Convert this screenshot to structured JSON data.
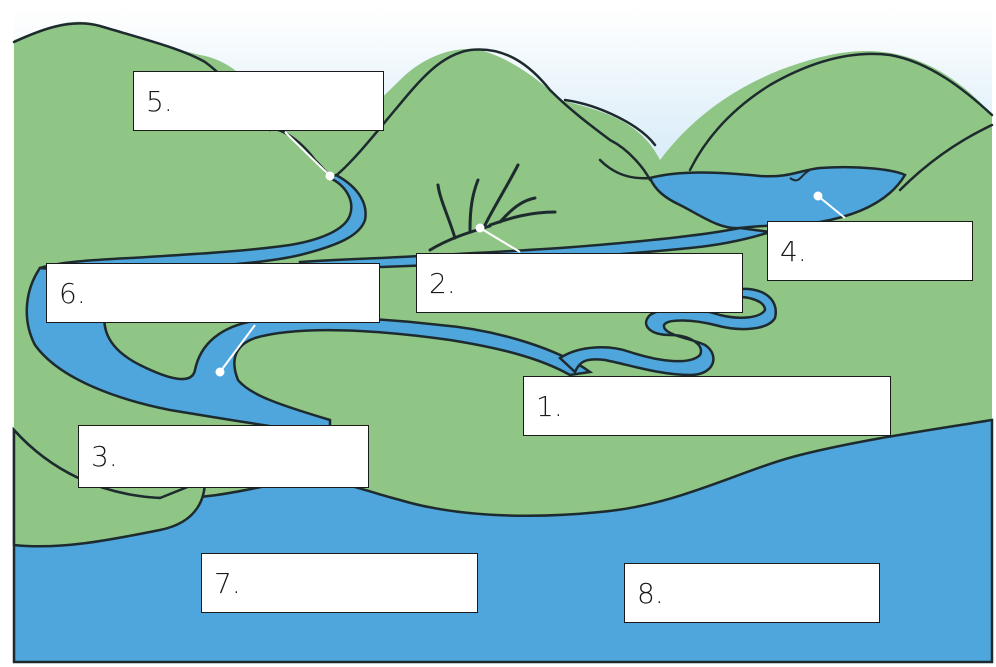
{
  "diagram": {
    "colors": {
      "sky_top": "#ffffff",
      "sky_bottom": "#a9d4ef",
      "land": "#8fc585",
      "water": "#4ea6dc",
      "outline": "#1e2b2e",
      "pointer": "#ffffff"
    },
    "labels": [
      {
        "id": "1",
        "text": "1."
      },
      {
        "id": "2",
        "text": "2."
      },
      {
        "id": "3",
        "text": "3."
      },
      {
        "id": "4",
        "text": "4."
      },
      {
        "id": "5",
        "text": "5."
      },
      {
        "id": "6",
        "text": "6."
      },
      {
        "id": "7",
        "text": "7."
      },
      {
        "id": "8",
        "text": "8."
      }
    ]
  }
}
